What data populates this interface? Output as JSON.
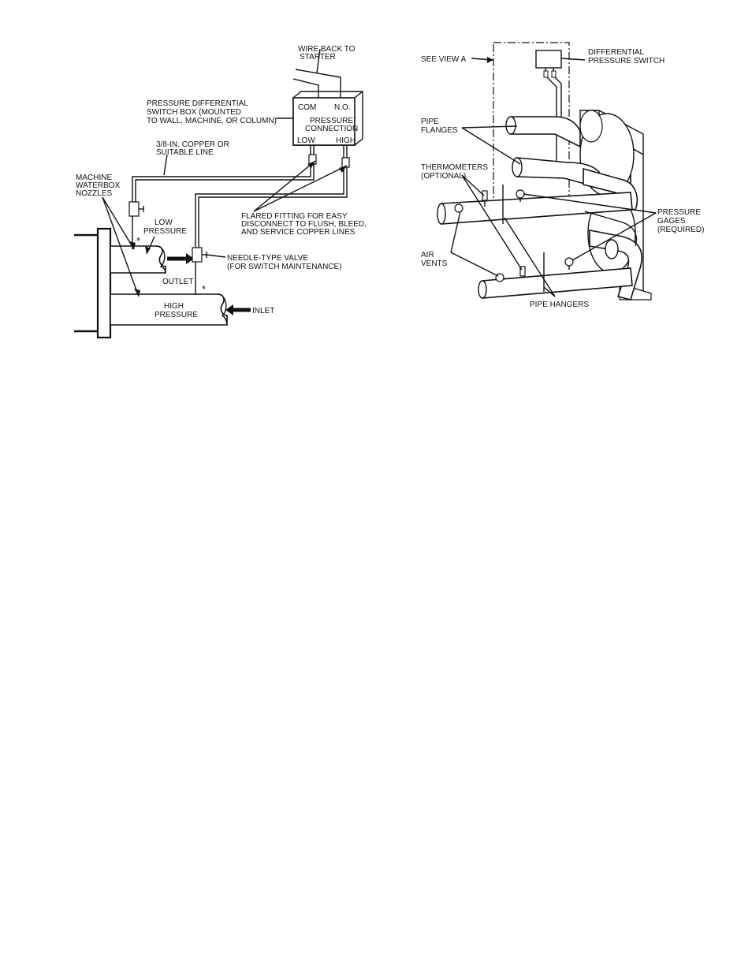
{
  "left_diagram": {
    "wire_back": [
      "WIRE BACK TO",
      "STARTER"
    ],
    "switch_box": [
      "PRESSURE DIFFERENTIAL",
      "SWITCH BOX (MOUNTED",
      "TO WALL, MACHINE, OR COLUMN)"
    ],
    "box_com": "COM",
    "box_no": "N.O.",
    "box_conn": [
      "PRESSURE",
      "CONNECTION"
    ],
    "box_low": "LOW",
    "box_high": "HIGH",
    "copper_line": [
      "3/8-IN. COPPER OR",
      "SUITABLE LINE"
    ],
    "nozzles": [
      "MACHINE",
      "WATERBOX",
      "NOZZLES"
    ],
    "low_pressure": [
      "LOW",
      "PRESSURE"
    ],
    "flared_fitting": [
      "FLARED FITTING FOR EASY",
      "DISCONNECT TO FLUSH, BLEED,",
      "AND SERVICE COPPER LINES"
    ],
    "needle_valve": [
      "NEEDLE-TYPE VALVE",
      "(FOR SWITCH MAINTENANCE)"
    ],
    "outlet": "OUTLET",
    "high_pressure": [
      "HIGH",
      "PRESSURE"
    ],
    "inlet": "INLET",
    "asterisk": "*"
  },
  "right_diagram": {
    "see_view": "SEE VIEW A",
    "diff_switch": [
      "DIFFERENTIAL",
      "PRESSURE SWITCH"
    ],
    "pipe_flanges": [
      "PIPE",
      "FLANGES"
    ],
    "thermometers": [
      "THERMOMETERS",
      "(OPTIONAL)"
    ],
    "pressure_gages": [
      "PRESSURE",
      "GAGES",
      "(REQUIRED)"
    ],
    "air_vents": [
      "AIR",
      "VENTS"
    ],
    "pipe_hangers": "PIPE HANGERS"
  }
}
